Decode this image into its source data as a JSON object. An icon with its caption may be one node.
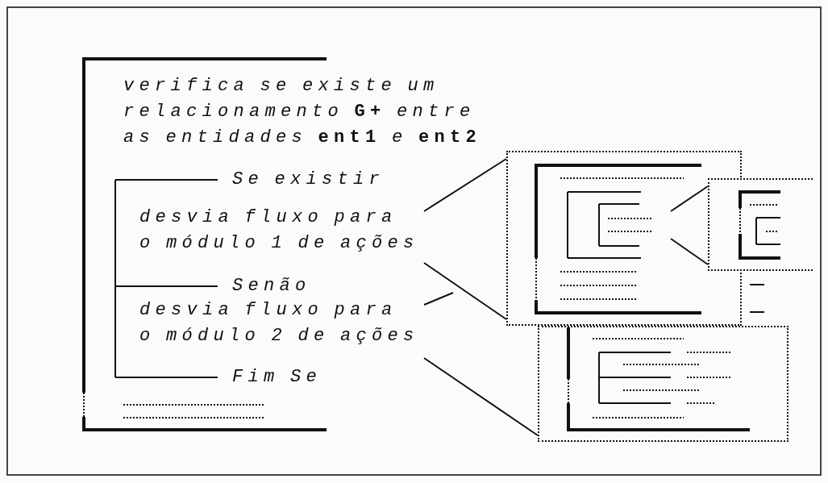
{
  "diagram": {
    "nodes": [
      {
        "text": [
          "desvia fluxo para o módulo 1 de ações"
        ]
      },
      {
        "text": [
          "desvia fluxo para o módulo 2 de ações"
        ]
      },
      {
        "text": [],
        "shape": "box"
      },
      {
        "text": [],
        "shape": "bracket",
        "in": 2
      },
      {
        "text": [],
        "shape": "box"
      },
      {
        "text": [],
        "shape": "box"
      }
    ],
    "edges": [
      {
        "from": 0,
        "to": 2,
        "arrow": "none"
      },
      {
        "from": 0,
        "to": 2,
        "arrow": "none"
      },
      {
        "from": 1,
        "to": null,
        "arrow": "none"
      },
      {
        "from": 1,
        "to": 4,
        "arrow": "none"
      },
      {
        "from": 3,
        "to": 5,
        "arrow": "none"
      },
      {
        "from": 3,
        "to": 5,
        "arrow": "none"
      }
    ],
    "labels": [
      "verifica se existe um relacionamento **G+** entre as entidades **ent1** e **ent2**",
      "Se existir",
      "Senão",
      "Fim Se"
    ]
  }
}
